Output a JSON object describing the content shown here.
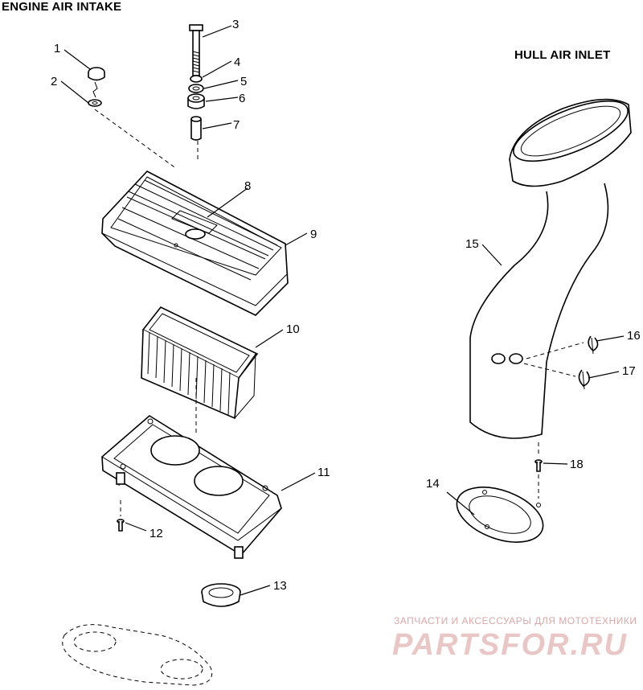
{
  "titles": {
    "engine_air_intake": "ENGINE AIR INTAKE",
    "hull_air_inlet": "HULL AIR INLET"
  },
  "callouts": [
    "1",
    "2",
    "3",
    "4",
    "5",
    "6",
    "7",
    "8",
    "9",
    "10",
    "11",
    "12",
    "13",
    "14",
    "15",
    "16",
    "17",
    "18"
  ],
  "watermark": {
    "tagline": "ЗАПЧАСТИ И АКСЕССУАРЫ ДЛЯ МОТОТЕХНИКИ",
    "brand": "PARTSFOR.RU"
  }
}
